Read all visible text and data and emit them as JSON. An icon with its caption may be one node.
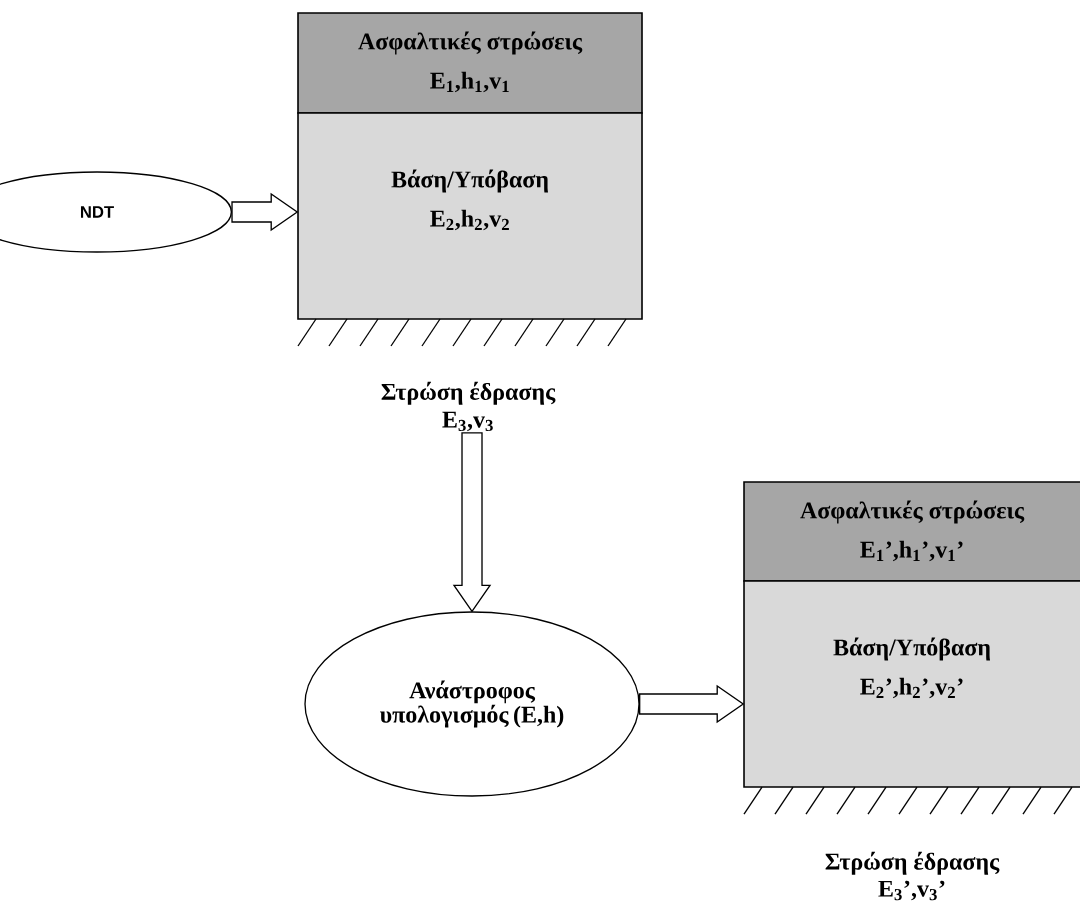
{
  "diagram": {
    "nodes": [
      {
        "text": [
          "NDT"
        ]
      },
      {
        "text": [
          "Ασφαλτικές στρώσεις",
          "E$_{1}$,h$_{1}$,v$_{1}$"
        ]
      },
      {
        "text": [
          "Βάση/Υπόβαση",
          "E$_{2}$,h$_{2}$,v$_{2}$"
        ]
      },
      {
        "text": [
          "Στρώση έδρασης",
          "E$_{3}$,v$_{3}$"
        ]
      },
      {
        "text": [
          "Ανάστροφος υπολογισμός (E,h)"
        ]
      },
      {
        "text": [
          "Ασφαλτικές στρώσεις",
          "E$_{1}$’,h$_{1}$’,v$_{1}$’"
        ]
      },
      {
        "text": [
          "Βάση/Υπόβαση",
          "E$_{2}$’,h$_{2}$’,v$_{2}$’"
        ]
      },
      {
        "text": [
          "Στρώση έδρασης",
          "E$_{3}$’,v$_{3}$’"
        ]
      }
    ],
    "edges": [
      {
        "from": 0,
        "to": 2,
        "arrow": "to"
      },
      {
        "from": 3,
        "to": 4,
        "arrow": "to"
      },
      {
        "from": 4,
        "to": 6,
        "arrow": "to"
      }
    ]
  }
}
